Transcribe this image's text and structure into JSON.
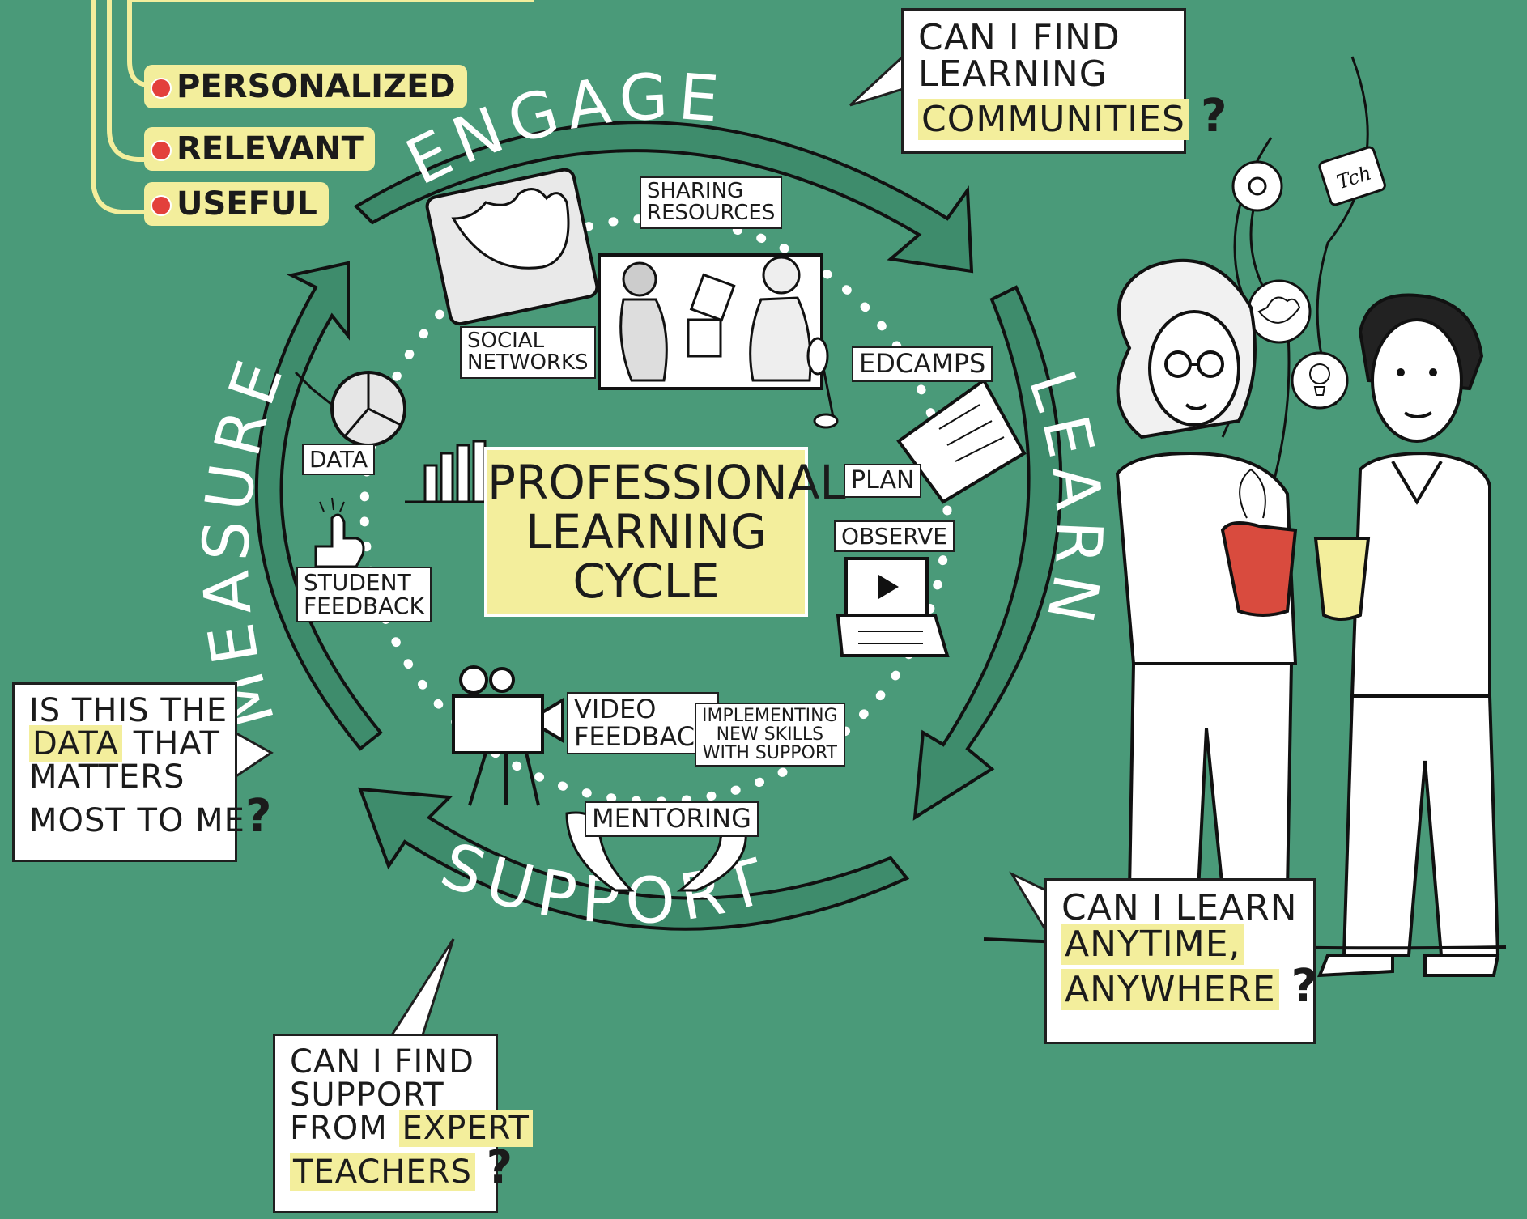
{
  "colors": {
    "background": "#4a9a79",
    "highlight": "#f3ee9c",
    "bullet": "#e3403b",
    "ink": "#1f1f1f"
  },
  "top_list": [
    "Personalized",
    "Relevant",
    "Useful"
  ],
  "cycle": {
    "title_lines": [
      "Professional",
      "Learning",
      "Cycle"
    ],
    "stages": {
      "engage": "Engage",
      "learn": "Learn",
      "support": "Support",
      "measure": "Measure"
    }
  },
  "activities": {
    "sharing_resources": [
      "Sharing",
      "Resources"
    ],
    "social_networks": [
      "Social",
      "Networks"
    ],
    "edcamps": "Edcamps",
    "plan": "Plan",
    "observe": "Observe",
    "data": "Data",
    "student_feedback": [
      "Student",
      "Feedback"
    ],
    "video_feedback": [
      "Video",
      "Feedback"
    ],
    "implementing": [
      "Implementing",
      "New Skills",
      "With Support"
    ],
    "mentoring": "Mentoring"
  },
  "questions": {
    "communities": {
      "lines": [
        "Can I find",
        "learning"
      ],
      "highlight": "communities",
      "mark": "?"
    },
    "data": {
      "before": "Is this the",
      "highlight": "data",
      "after": "that",
      "lines": [
        "matters",
        "most to me"
      ],
      "mark": "?"
    },
    "support": {
      "lines": [
        "Can I find",
        "support"
      ],
      "prefix": "from",
      "highlight1": "expert",
      "highlight2": "teachers",
      "mark": "?"
    },
    "anytime": {
      "line": "Can I learn",
      "highlight1": "anytime,",
      "highlight2": "anywhere",
      "mark": "?"
    }
  },
  "icons": {
    "cup_lid_label": "Tch"
  }
}
